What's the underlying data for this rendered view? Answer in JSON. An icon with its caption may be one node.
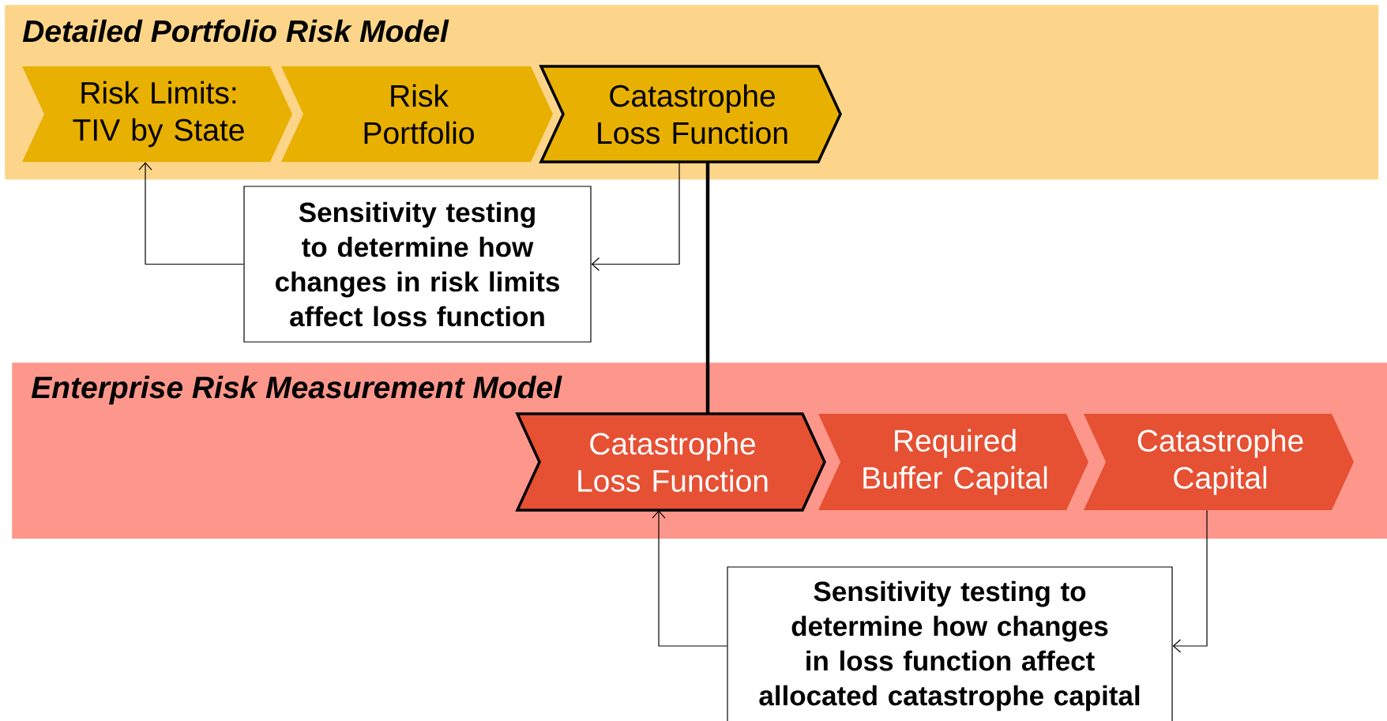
{
  "diagram": {
    "nodes": [
      {
        "text": [
          "Detailed Portfolio Risk Model"
        ]
      },
      {
        "text": [
          "Risk Limits: TIV by State"
        ],
        "in": 0
      },
      {
        "text": [
          "Risk Portfolio"
        ],
        "in": 0
      },
      {
        "text": [
          "Catastrophe Loss Function"
        ],
        "in": 0
      },
      {
        "text": [
          "Sensitivity testing to determine how changes in risk limits affect loss function"
        ]
      },
      {
        "text": [
          "Enterprise Risk Measurement Model"
        ]
      },
      {
        "text": [
          "Catastrophe Loss Function"
        ],
        "in": 5
      },
      {
        "text": [
          "Required Buffer Capital"
        ],
        "in": 5
      },
      {
        "text": [
          "Catastrophe Capital"
        ],
        "in": 5
      },
      {
        "text": [
          "Sensitivity testing to determine how changes in loss function affect allocated catastrophe capital"
        ]
      }
    ],
    "edges": [
      {
        "from": 4,
        "to": 1,
        "arrow": "to"
      },
      {
        "from": 3,
        "to": 4,
        "arrow": "to"
      },
      {
        "from": 3,
        "to": 6,
        "arrow": "none",
        "style": "thick"
      },
      {
        "from": 8,
        "to": 9,
        "arrow": "to"
      },
      {
        "from": 9,
        "to": 6,
        "arrow": "to"
      }
    ]
  }
}
